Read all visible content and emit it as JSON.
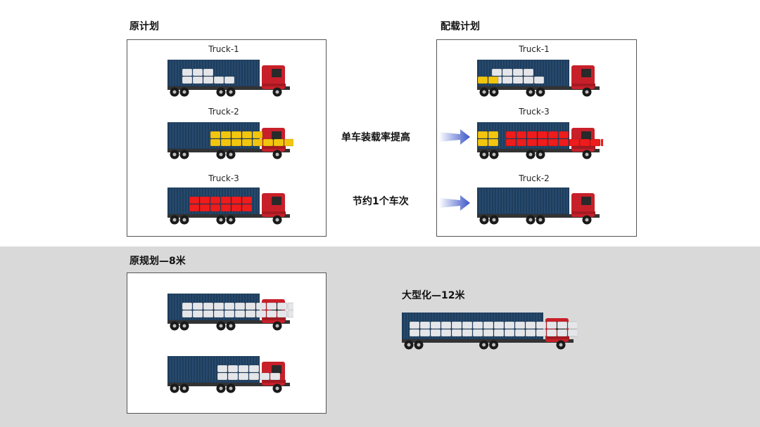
{
  "top_left": {
    "title": "原计划",
    "trucks": [
      {
        "label": "Truck-1"
      },
      {
        "label": "Truck-2"
      },
      {
        "label": "Truck-3"
      }
    ]
  },
  "top_right": {
    "title": "配载计划",
    "trucks": [
      {
        "label": "Truck-1"
      },
      {
        "label": "Truck-3"
      },
      {
        "label": "Truck-2"
      }
    ]
  },
  "notes": {
    "load_rate": "单车装载率提高",
    "save_trip": "节约1个车次"
  },
  "bottom_left": {
    "title": "原规划—8米"
  },
  "bottom_right": {
    "title": "大型化—12米"
  },
  "colors": {
    "container": "#1f3d5c",
    "container_rib": "#2e577f",
    "cab": "#c8202a",
    "box_white": "#e4e6ea",
    "box_yellow": "#f2c50f",
    "box_red": "#ee1c1c",
    "grey_band": "#d9d9d9",
    "arrow": "#3b56c8"
  }
}
